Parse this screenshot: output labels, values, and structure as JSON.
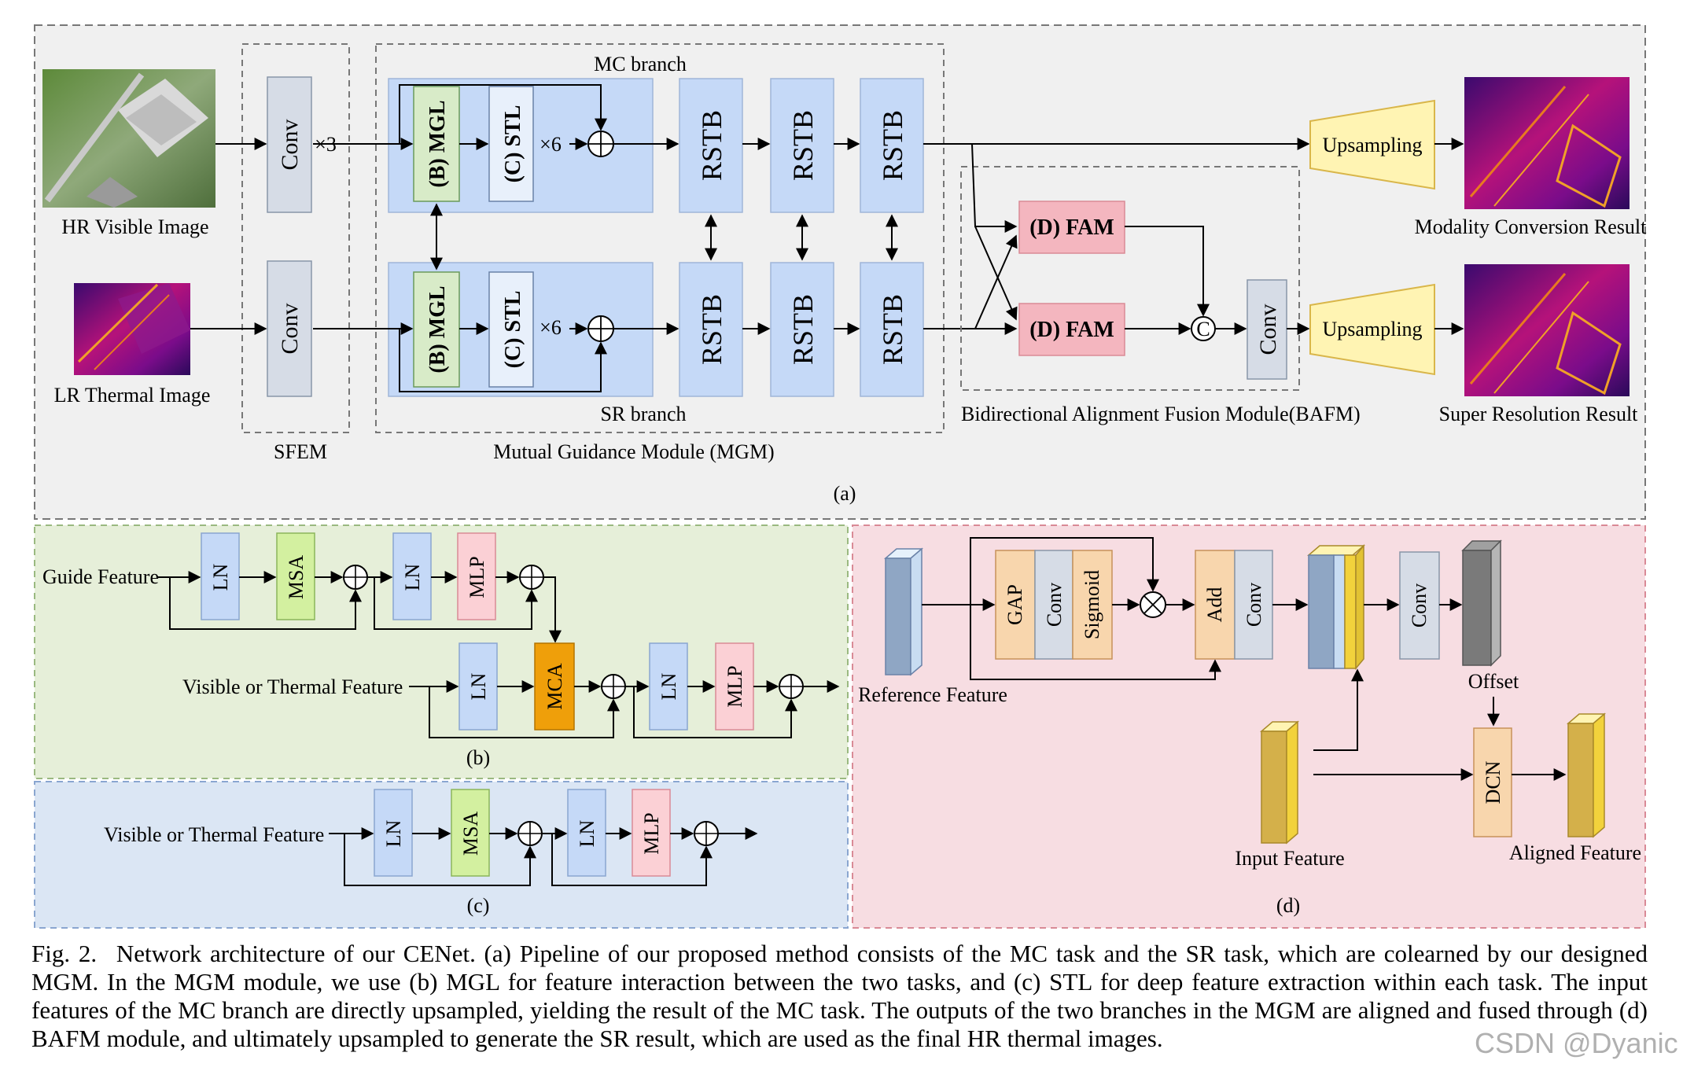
{
  "panel_a": {
    "hr_visible_image": "HR Visible Image",
    "lr_thermal_image": "LR Thermal Image",
    "conv": "Conv",
    "times3": "×3",
    "sfem": "SFEM",
    "mc_branch": "MC branch",
    "sr_branch": "SR branch",
    "mgl": "(B) MGL",
    "stl": "(C) STL",
    "times6": "×6",
    "rstb": "RSTB",
    "mgm": "Mutual Guidance Module (MGM)",
    "fam": "(D) FAM",
    "concat": "C",
    "bafm": "Bidirectional  Alignment Fusion Module(BAFM)",
    "upsampling": "Upsampling",
    "mc_result": "Modality Conversion Result",
    "sr_result": "Super Resolution Result",
    "panel_label": "(a)"
  },
  "panel_b": {
    "guide_feature": "Guide Feature",
    "visible_thermal": "Visible or Thermal Feature",
    "ln": "LN",
    "msa": "MSA",
    "mlp": "MLP",
    "mca": "MCA",
    "panel_label": "(b)"
  },
  "panel_c": {
    "visible_thermal": "Visible or Thermal Feature",
    "ln": "LN",
    "msa": "MSA",
    "mlp": "MLP",
    "panel_label": "(c)"
  },
  "panel_d": {
    "reference_feature": "Reference Feature",
    "gap": "GAP",
    "conv": "Conv",
    "sigmoid": "Sigmoid",
    "add": "Add",
    "offset": "Offset",
    "dcn": "DCN",
    "input_feature": "Input Feature",
    "aligned_feature": "Aligned Feature",
    "panel_label": "(d)"
  },
  "caption": {
    "fig_number": "Fig. 2.",
    "text": "Network architecture of our CENet. (a) Pipeline of our proposed method consists of the MC task and the SR task, which are colearned by our designed MGM. In the MGM module, we use (b) MGL for feature interaction between the two tasks, and (c) STL for deep feature extraction within each task. The input features of the MC branch are directly upsampled, yielding the result of the MC task. The outputs of the two branches in the MGM are aligned and fused through (d) BAFM module, and ultimately upsampled to generate the SR result, which are used as the final HR thermal images."
  },
  "watermark": "CSDN @Dyanic",
  "colors": {
    "panel_a_bg": "#f0f0f0",
    "panel_b_bg": "#e6efd9",
    "panel_c_bg": "#dbe6f4",
    "panel_d_bg": "#f7dde2",
    "blue_block": "#c5d9f7",
    "gray_block": "#d6dce6",
    "green_block": "#d8ebc8",
    "pink_block": "#f4b6bf",
    "orange_block": "#ef9f0a",
    "peach_block": "#f8d6ad",
    "yellow_block": "#fff4b3",
    "lime_block": "#d3f0a0"
  }
}
